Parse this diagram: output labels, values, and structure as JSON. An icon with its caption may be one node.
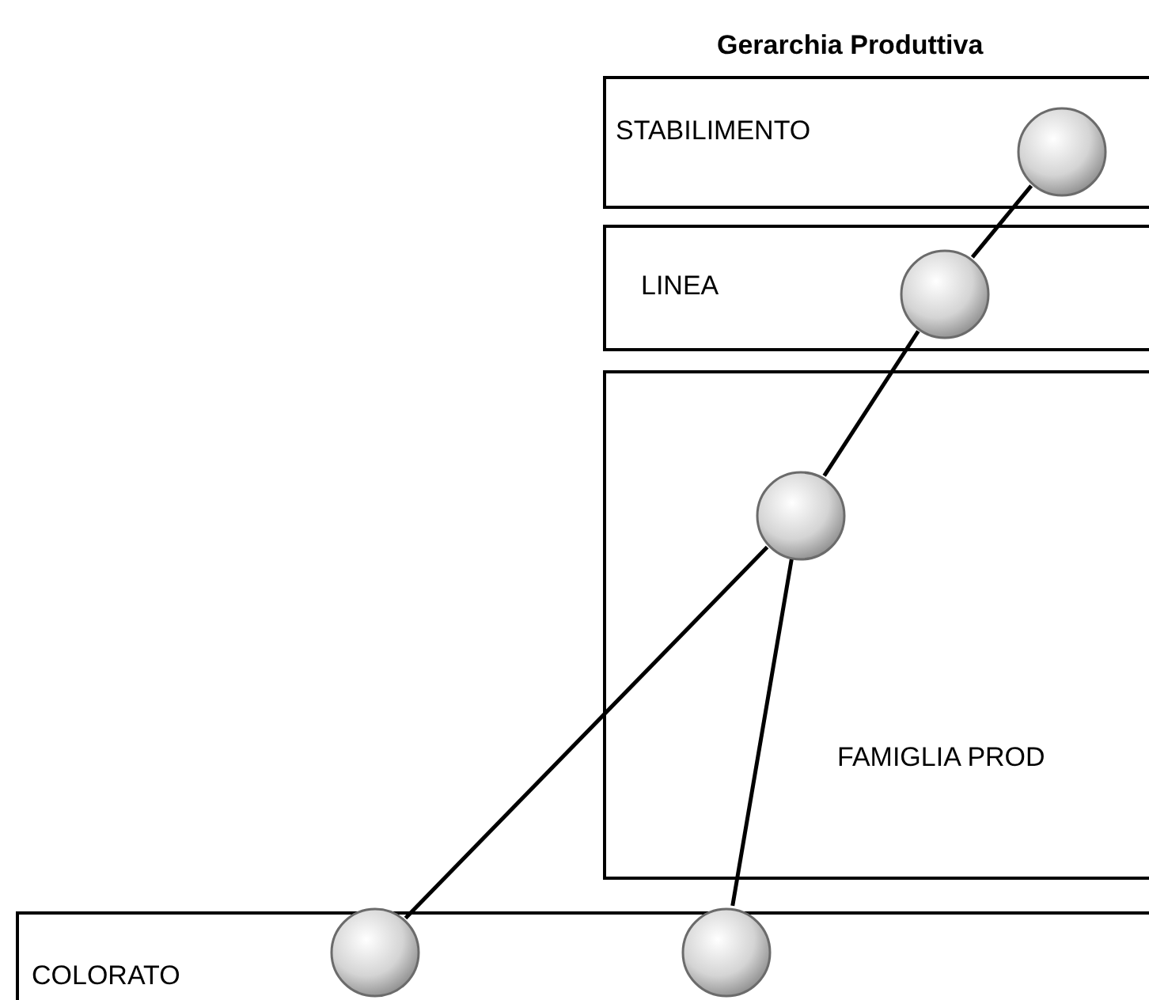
{
  "diagram": {
    "title": "Gerarchia Produttiva",
    "nodes": [
      {
        "text": [
          "STABILIMENTO"
        ]
      },
      {
        "text": [],
        "shape": "circle",
        "in": 0
      },
      {
        "text": [
          "LINEA"
        ]
      },
      {
        "text": [],
        "shape": "circle",
        "in": 2
      },
      {
        "text": [
          "FAMIGLIA PROD"
        ]
      },
      {
        "text": [],
        "shape": "circle",
        "in": 4
      },
      {
        "text": [
          "COLORATO"
        ]
      },
      {
        "text": [],
        "shape": "circle",
        "in": 6
      },
      {
        "text": [],
        "shape": "circle",
        "in": 6
      }
    ],
    "edges": [
      {
        "from": 1,
        "to": 3,
        "arrow": "none"
      },
      {
        "from": 3,
        "to": 5,
        "arrow": "none"
      },
      {
        "from": 5,
        "to": 7,
        "arrow": "none"
      },
      {
        "from": 5,
        "to": 8,
        "arrow": "none"
      }
    ]
  }
}
